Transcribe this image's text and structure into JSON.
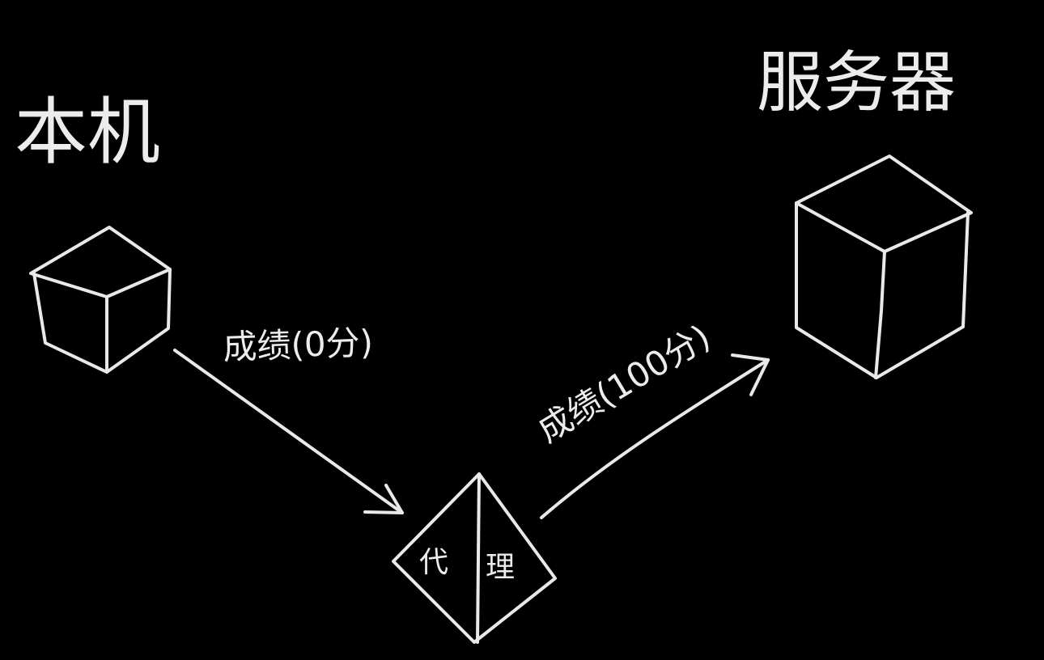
{
  "diagram": {
    "background_color": "#000000",
    "stroke_color": "#e9e9e9",
    "nodes": {
      "local_machine_label": "本机",
      "server_label": "服务器",
      "proxy_left_label": "代",
      "proxy_right_label": "理"
    },
    "edges": {
      "local_to_proxy_label": "成绩(0分)",
      "proxy_to_server_label": "成绩(100分)"
    }
  }
}
